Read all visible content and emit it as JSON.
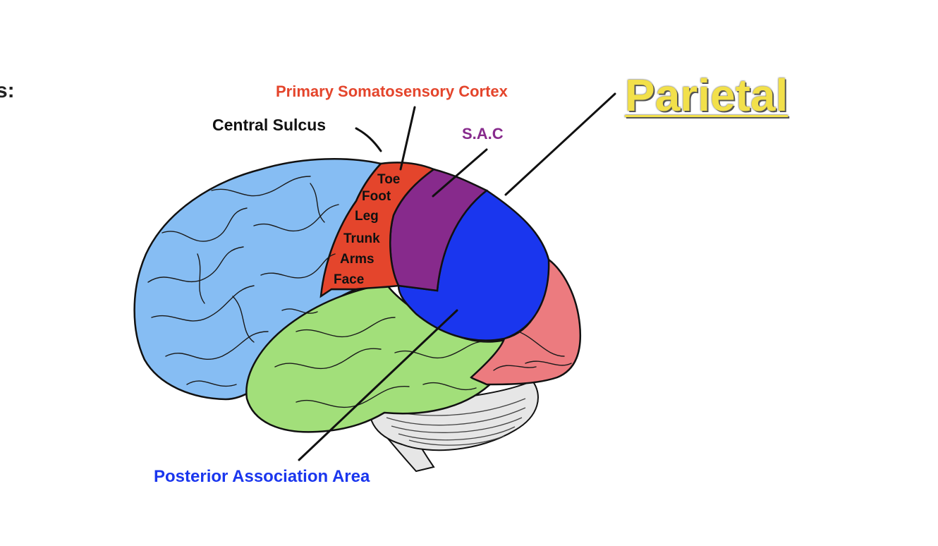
{
  "title": "Parietal",
  "cut_label": "s:",
  "labels": {
    "primary_somatosensory_cortex": "Primary Somatosensory Cortex",
    "central_sulcus": "Central Sulcus",
    "sac": "S.A.C",
    "posterior_association_area": "Posterior Association Area"
  },
  "homunculus": [
    "Toe",
    "Foot",
    "Leg",
    "Trunk",
    "Arms",
    "Face"
  ],
  "colors": {
    "title": "#f2e04a",
    "primary_somatosensory_cortex": "#e4452c",
    "sac": "#872a8c",
    "posterior_association_area": "#1a36ee",
    "frontal_lobe": "#86bdf3",
    "temporal_lobe": "#a2df7a",
    "occipital_lobe": "#ec7b7f",
    "cerebellum": "#e6e6e6",
    "outline": "#111111"
  }
}
